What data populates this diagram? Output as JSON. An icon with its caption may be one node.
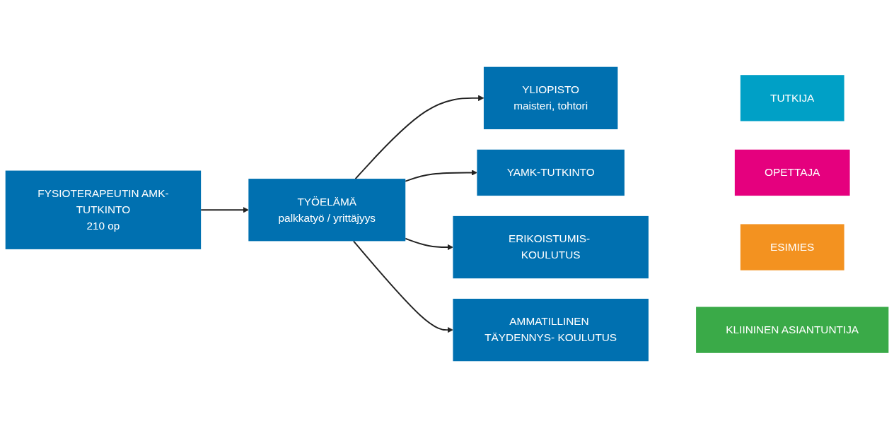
{
  "diagram": {
    "nodes": [
      {
        "text": [
          "FYSIOTERAPEUTIN AMK-TUTKINTO",
          "210 op"
        ]
      },
      {
        "text": [
          "TYÖELÄMÄ",
          "palkkatyö / yrittäjyys"
        ]
      },
      {
        "text": [
          "YLIOPISTO",
          "maisteri, tohtori"
        ]
      },
      {
        "text": [
          "YAMK-TUTKINTO"
        ]
      },
      {
        "text": [
          "ERIKOISTUMIS- KOULUTUS"
        ]
      },
      {
        "text": [
          "AMMATILLINEN TÄYDENNYS- KOULUTUS"
        ]
      },
      {
        "text": [
          "TUTKIJA"
        ]
      },
      {
        "text": [
          "OPETTAJA"
        ]
      },
      {
        "text": [
          "ESIMIES"
        ]
      },
      {
        "text": [
          "KLIININEN ASIANTUNTIJA"
        ]
      }
    ],
    "edges": [
      {
        "from": 0,
        "to": 1,
        "arrow": "to"
      },
      {
        "from": 1,
        "to": 2,
        "arrow": "to"
      },
      {
        "from": 1,
        "to": 3,
        "arrow": "to"
      },
      {
        "from": 1,
        "to": 4,
        "arrow": "to"
      },
      {
        "from": 1,
        "to": 5,
        "arrow": "to"
      }
    ]
  }
}
